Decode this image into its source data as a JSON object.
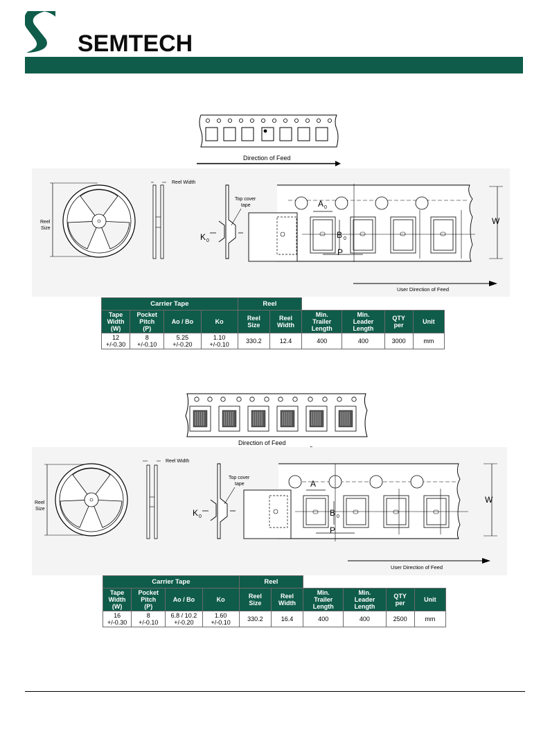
{
  "header": {
    "company": "SEMTECH",
    "accent_color": "#0f5c4a"
  },
  "figure1": {
    "feed_label": "Direction of Feed",
    "reel_width_label": "Reel Width",
    "reel_size_label": [
      "Reel",
      "Size"
    ],
    "top_cover_label": [
      "Top cover",
      "tape"
    ],
    "k0_label": "K",
    "k0_sub": "0",
    "a0_label": "A",
    "a0_sub": "0",
    "b0_label": "B",
    "b0_sub": "0",
    "p_label": "P",
    "w_label": "W",
    "user_feed_label": "User Direction of Feed"
  },
  "table1": {
    "group_carrier": "Carrier Tape",
    "group_reel": "Reel",
    "headers": [
      [
        "Tape",
        "Width",
        "(W)"
      ],
      [
        "Pocket",
        "Pitch",
        "(P)"
      ],
      [
        "Ao / Bo"
      ],
      [
        "Ko"
      ],
      [
        "Reel",
        "Size"
      ],
      [
        "Reel",
        "Width"
      ],
      [
        "Min.",
        "Trailer",
        "Length"
      ],
      [
        "Min.",
        "Leader",
        "Length"
      ],
      [
        "QTY",
        "per"
      ],
      [
        "Unit"
      ]
    ],
    "row": [
      [
        "12",
        "+/-0.30"
      ],
      [
        "8",
        "+/-0.10"
      ],
      [
        "5.25",
        "+/-0.20"
      ],
      [
        "1.10",
        "+/-0.10"
      ],
      [
        "330.2"
      ],
      [
        "12.4"
      ],
      [
        "400"
      ],
      [
        "400"
      ],
      [
        "3000"
      ],
      [
        "mm"
      ]
    ]
  },
  "figure2": {
    "feed_label": "Direction of Feed",
    "reel_width_label": "Reel Width",
    "reel_size_label": [
      "Reel",
      "Size"
    ],
    "top_cover_label": [
      "Top cover",
      "tape"
    ],
    "k0_label": "K",
    "k0_sub": "0",
    "a_label": "A",
    "b0_label": "B",
    "b0_sub": "0",
    "p_label": "P",
    "w_label": "W",
    "user_feed_label": "User Direction of Feed"
  },
  "table2": {
    "group_carrier": "Carrier Tape",
    "group_reel": "Reel",
    "headers": [
      [
        "Tape",
        "Width",
        "(W)"
      ],
      [
        "Pocket",
        "Pitch",
        "(P)"
      ],
      [
        "Ao / Bo"
      ],
      [
        "Ko"
      ],
      [
        "Reel",
        "Size"
      ],
      [
        "Reel",
        "Width"
      ],
      [
        "Min.",
        "Trailer",
        "Length"
      ],
      [
        "Min.",
        "Leader",
        "Length"
      ],
      [
        "QTY",
        "per"
      ],
      [
        "Unit"
      ]
    ],
    "row": [
      [
        "16",
        "+/-0.30"
      ],
      [
        "8",
        "+/-0.10"
      ],
      [
        "6.8 / 10.2",
        "+/-0.20"
      ],
      [
        "1.60",
        "+/-0.10"
      ],
      [
        "330.2"
      ],
      [
        "16.4"
      ],
      [
        "400"
      ],
      [
        "400"
      ],
      [
        "2500"
      ],
      [
        "mm"
      ]
    ]
  }
}
